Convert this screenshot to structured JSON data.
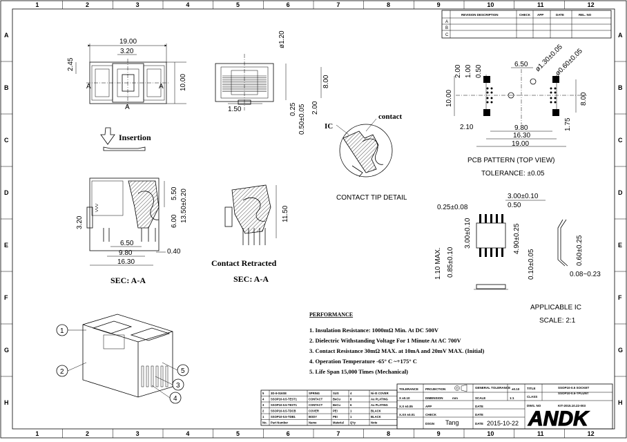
{
  "border": {
    "columns": [
      "1",
      "2",
      "3",
      "4",
      "5",
      "6",
      "7",
      "8",
      "9",
      "10",
      "11",
      "12"
    ],
    "rows": [
      "A",
      "B",
      "C",
      "D",
      "E",
      "F",
      "G",
      "H"
    ]
  },
  "revision_table": {
    "headers": [
      "REVISION DESCRIPTION",
      "CHECK",
      "APP",
      "DATE",
      "REL. NO"
    ],
    "rows": [
      "A",
      "B",
      "C"
    ]
  },
  "top_view": {
    "dim_19": "19.00",
    "dim_320": "3.20",
    "dim_245": "2.45",
    "dim_1000": "10.00",
    "label_a": "A"
  },
  "side_view": {
    "dim_120": "ø1.20",
    "dim_800": "8.00",
    "dim_150": "1.50",
    "dim_025": "0.25",
    "dim_050": "0.50±0.05",
    "dim_200": "2.00"
  },
  "contact_detail": {
    "ic_label": "IC",
    "contact_label": "contact",
    "title": "CONTACT TIP DETAIL"
  },
  "insertion": {
    "label": "Insertion"
  },
  "section_left": {
    "dim_550": "5.50",
    "dim_1350": "13.50±0.20",
    "dim_600": "6.00",
    "dim_320": "3.20",
    "dim_650": "6.50",
    "dim_980": "9.80",
    "dim_1630": "16.30",
    "dim_040": "0.40",
    "title": "SEC: A-A"
  },
  "section_right": {
    "dim_1150": "11.50",
    "title": "Contact Retracted",
    "subtitle": "SEC: A-A"
  },
  "pcb": {
    "dim_200": "2.00",
    "dim_100": "1.00",
    "dim_050": "0.50",
    "dim_650": "6.50",
    "dim_130": "ø1.30±0.05",
    "dim_060": "ø0.60±0.05",
    "dim_1000": "10.00",
    "dim_800": "8.00",
    "dim_210": "2.10",
    "dim_980": "9.80",
    "dim_1630": "16.30",
    "dim_1900": "19.00",
    "dim_175": "1.75",
    "title": "PCB PATTERN (TOP VIEW)",
    "tolerance": "TOLERANCE: ±0.05"
  },
  "applicable_ic": {
    "dim_300": "3.00±0.10",
    "dim_025": "0.25±0.08",
    "dim_050": "0.50",
    "dim_300v": "3.00±0.10",
    "dim_490": "4.90±0.25",
    "dim_110": "1.10 MAX.",
    "dim_085": "0.85±0.10",
    "dim_010": "0.10±0.05",
    "dim_060": "0.60±0.25",
    "dim_008": "0.08~0.23",
    "title": "APPLICABLE IC",
    "scale": "SCALE: 2:1"
  },
  "callouts": [
    "1",
    "2",
    "3",
    "4",
    "5"
  ],
  "performance": {
    "title": "PERFORMANCE",
    "items": [
      "1. Insulation Resistance: 1000mΩ Min. At DC 500V",
      "2. Dielectric Withstanding Voltage For 1 Minute At AC 700V",
      "3. Contact Resistance 30mΩ MAX. at 10mA and 20mV MAX. (Initial)",
      "4. Operation Temperature -65° C ~+175° C",
      "5. Life Span 15,000 Times (Mechanical)"
    ]
  },
  "bom": {
    "rows": [
      {
        "no": "5",
        "name": "3D-II-016SE",
        "material": "SPRING",
        "qty": "SUS",
        "note": "4",
        "note2": "Ni-IS COVER"
      },
      {
        "no": "4",
        "name": "SSOP10-0.5-TEST1",
        "material": "CONTACT",
        "qty": "BeCu",
        "note": "8",
        "note2": "Au PLATING"
      },
      {
        "no": "3",
        "name": "SSOP10-0.5-TEST1",
        "material": "CONTACT",
        "qty": "BeCu",
        "note": "6",
        "note2": "Au PLATING"
      },
      {
        "no": "2",
        "name": "SSOP10-0.5-TDCB",
        "material": "COVER",
        "qty": "PEI",
        "note": "1",
        "note2": "BLACK"
      },
      {
        "no": "1",
        "name": "SSOP10-0.5-TDB1",
        "material": "BODY",
        "qty": "PEI",
        "note": "1",
        "note2": "BLACK"
      }
    ],
    "headers": [
      "No.",
      "Part Number",
      "Name",
      "Material",
      "Q'ty",
      "Note"
    ]
  },
  "title_block": {
    "tolerance": "TOLERANCE",
    "projection": "PROJECTION",
    "general_tol": "GENERAL TOLERANCE",
    "tol_value": "±0.10",
    "title_label": "TITLE",
    "title_1": "SSOP10-0.5 SOCKET",
    "title_2": "SSOP10-0.5-TPLUNT",
    "class_label": "CLASS",
    "dwg_label": "DWG. NO",
    "dwg_value": "KIT-2015.10.22-003",
    "x_tol": "X  ±0.10",
    "xx_tol": "X.X  ±0.05",
    "xxx_tol": "X.XX  ±0.01",
    "dimension": "DIMENSION",
    "unit": "mm",
    "scale_label": "SCALE",
    "scale_val": "1:1",
    "app": "APP",
    "check": "CHECK",
    "dsgn": "DSGN",
    "drawer": "Tang",
    "date_label": "DATE",
    "date": "2015-10-22",
    "logo": "ANDK"
  }
}
